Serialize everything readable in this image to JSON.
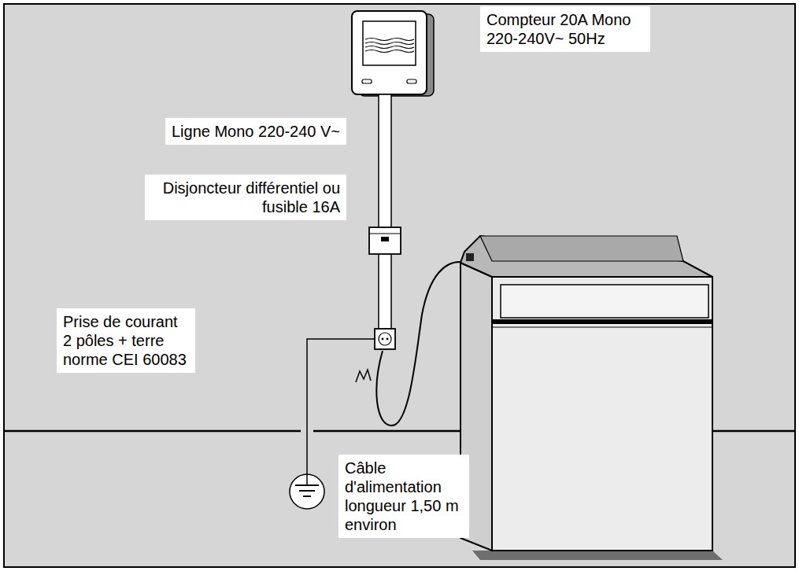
{
  "diagram": {
    "nodes": [
      {
        "text": [
          "Compteur 20A Mono 220-240V~ 50Hz"
        ]
      },
      {
        "text": [
          "Ligne Mono 220-240 V~"
        ]
      },
      {
        "text": [
          "Disjoncteur différentiel ou fusible 16A"
        ]
      },
      {
        "text": [
          "Prise de courant 2 pôles + terre norme CEI 60083"
        ]
      },
      {
        "text": [
          "Câble d'alimentation longueur 1,50 m environ"
        ]
      }
    ]
  }
}
